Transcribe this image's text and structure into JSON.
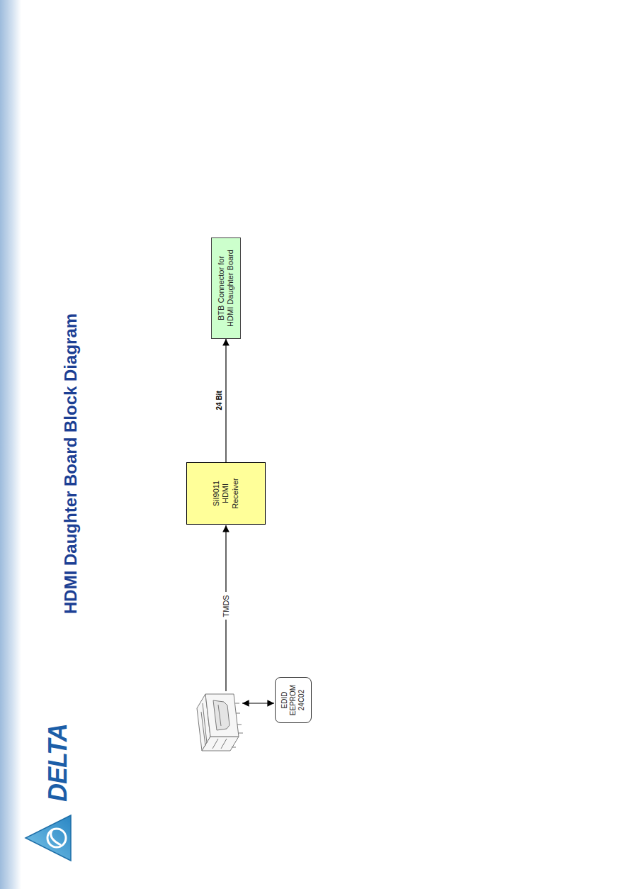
{
  "diagram": {
    "title": "HDMI Daughter Board Block Diagram",
    "nodes": [
      {
        "text": [
          "EDID EEPROM 24C02"
        ]
      },
      {
        "text": [
          "SiI9011 HDMI Receiver"
        ]
      },
      {
        "text": [
          "BTB Connector for HDMI Daughter Board"
        ]
      }
    ],
    "edges": [
      {
        "from": 1,
        "to": 2,
        "label": "24 Bit",
        "arrow": "to"
      }
    ],
    "labels": [
      "DELTA",
      "TMDS"
    ]
  }
}
